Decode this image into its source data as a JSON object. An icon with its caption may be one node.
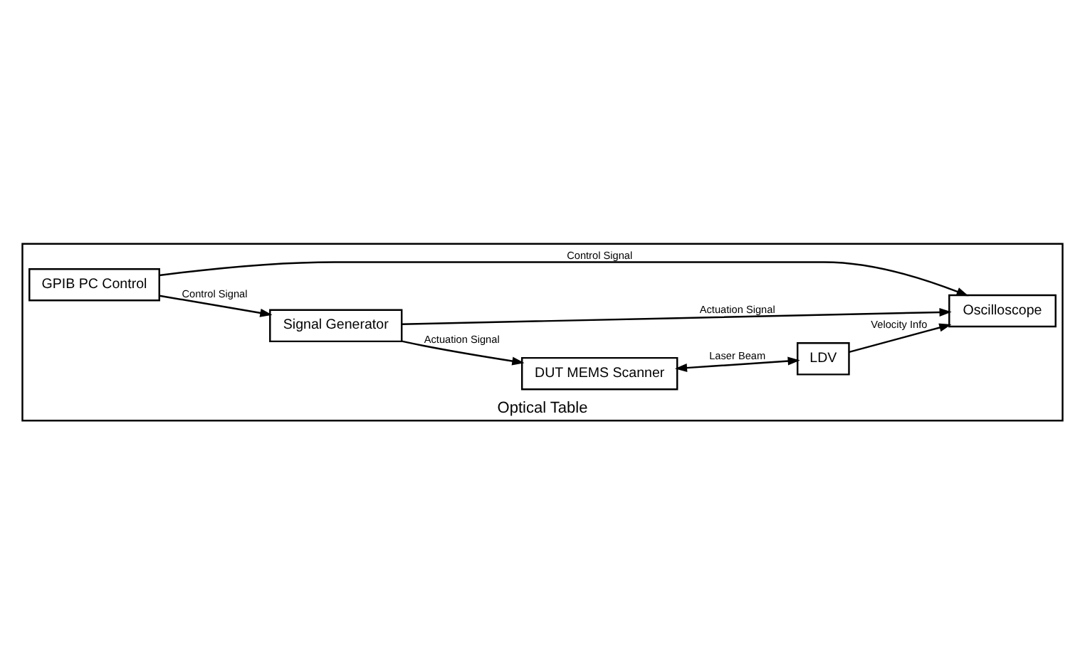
{
  "diagram": {
    "nodes": [
      {
        "text": [
          "Optical Table"
        ]
      },
      {
        "text": [
          "DUT MEMS Scanner"
        ],
        "in": 0
      },
      {
        "text": [
          "LDV"
        ],
        "in": 0
      },
      {
        "text": [
          "Signal Generator"
        ],
        "in": 0
      },
      {
        "text": [
          "Oscilloscope"
        ],
        "in": 0
      },
      {
        "text": [
          "GPIB PC Control"
        ],
        "in": 0
      }
    ],
    "edges": [
      {
        "from": 3,
        "to": 1,
        "arrow": "to",
        "label": "Actuation Signal"
      },
      {
        "from": 1,
        "to": 2,
        "arrow": "both",
        "label": "Laser Beam"
      },
      {
        "from": 2,
        "to": 4,
        "arrow": "to",
        "label": "Velocity Info"
      },
      {
        "from": 3,
        "to": 4,
        "arrow": "to",
        "label": "Actuation Signal"
      },
      {
        "from": 5,
        "to": 3,
        "arrow": "to",
        "label": "Control Signal"
      },
      {
        "from": 5,
        "to": 4,
        "arrow": "to",
        "label": "Control Signal"
      }
    ]
  }
}
